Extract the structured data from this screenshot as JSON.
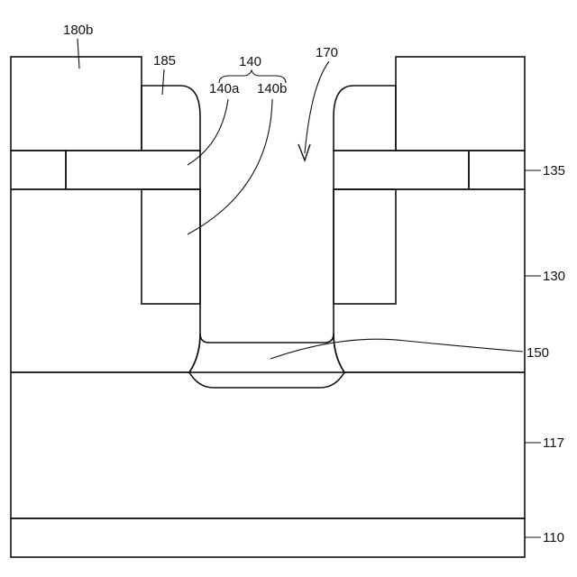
{
  "figure": {
    "labels": {
      "l180b": "180b",
      "l185": "185",
      "l140": "140",
      "l140a": "140a",
      "l140b": "140b",
      "l170": "170",
      "l135": "135",
      "l130": "130",
      "l150": "150",
      "l117": "117",
      "l110": "110"
    }
  }
}
